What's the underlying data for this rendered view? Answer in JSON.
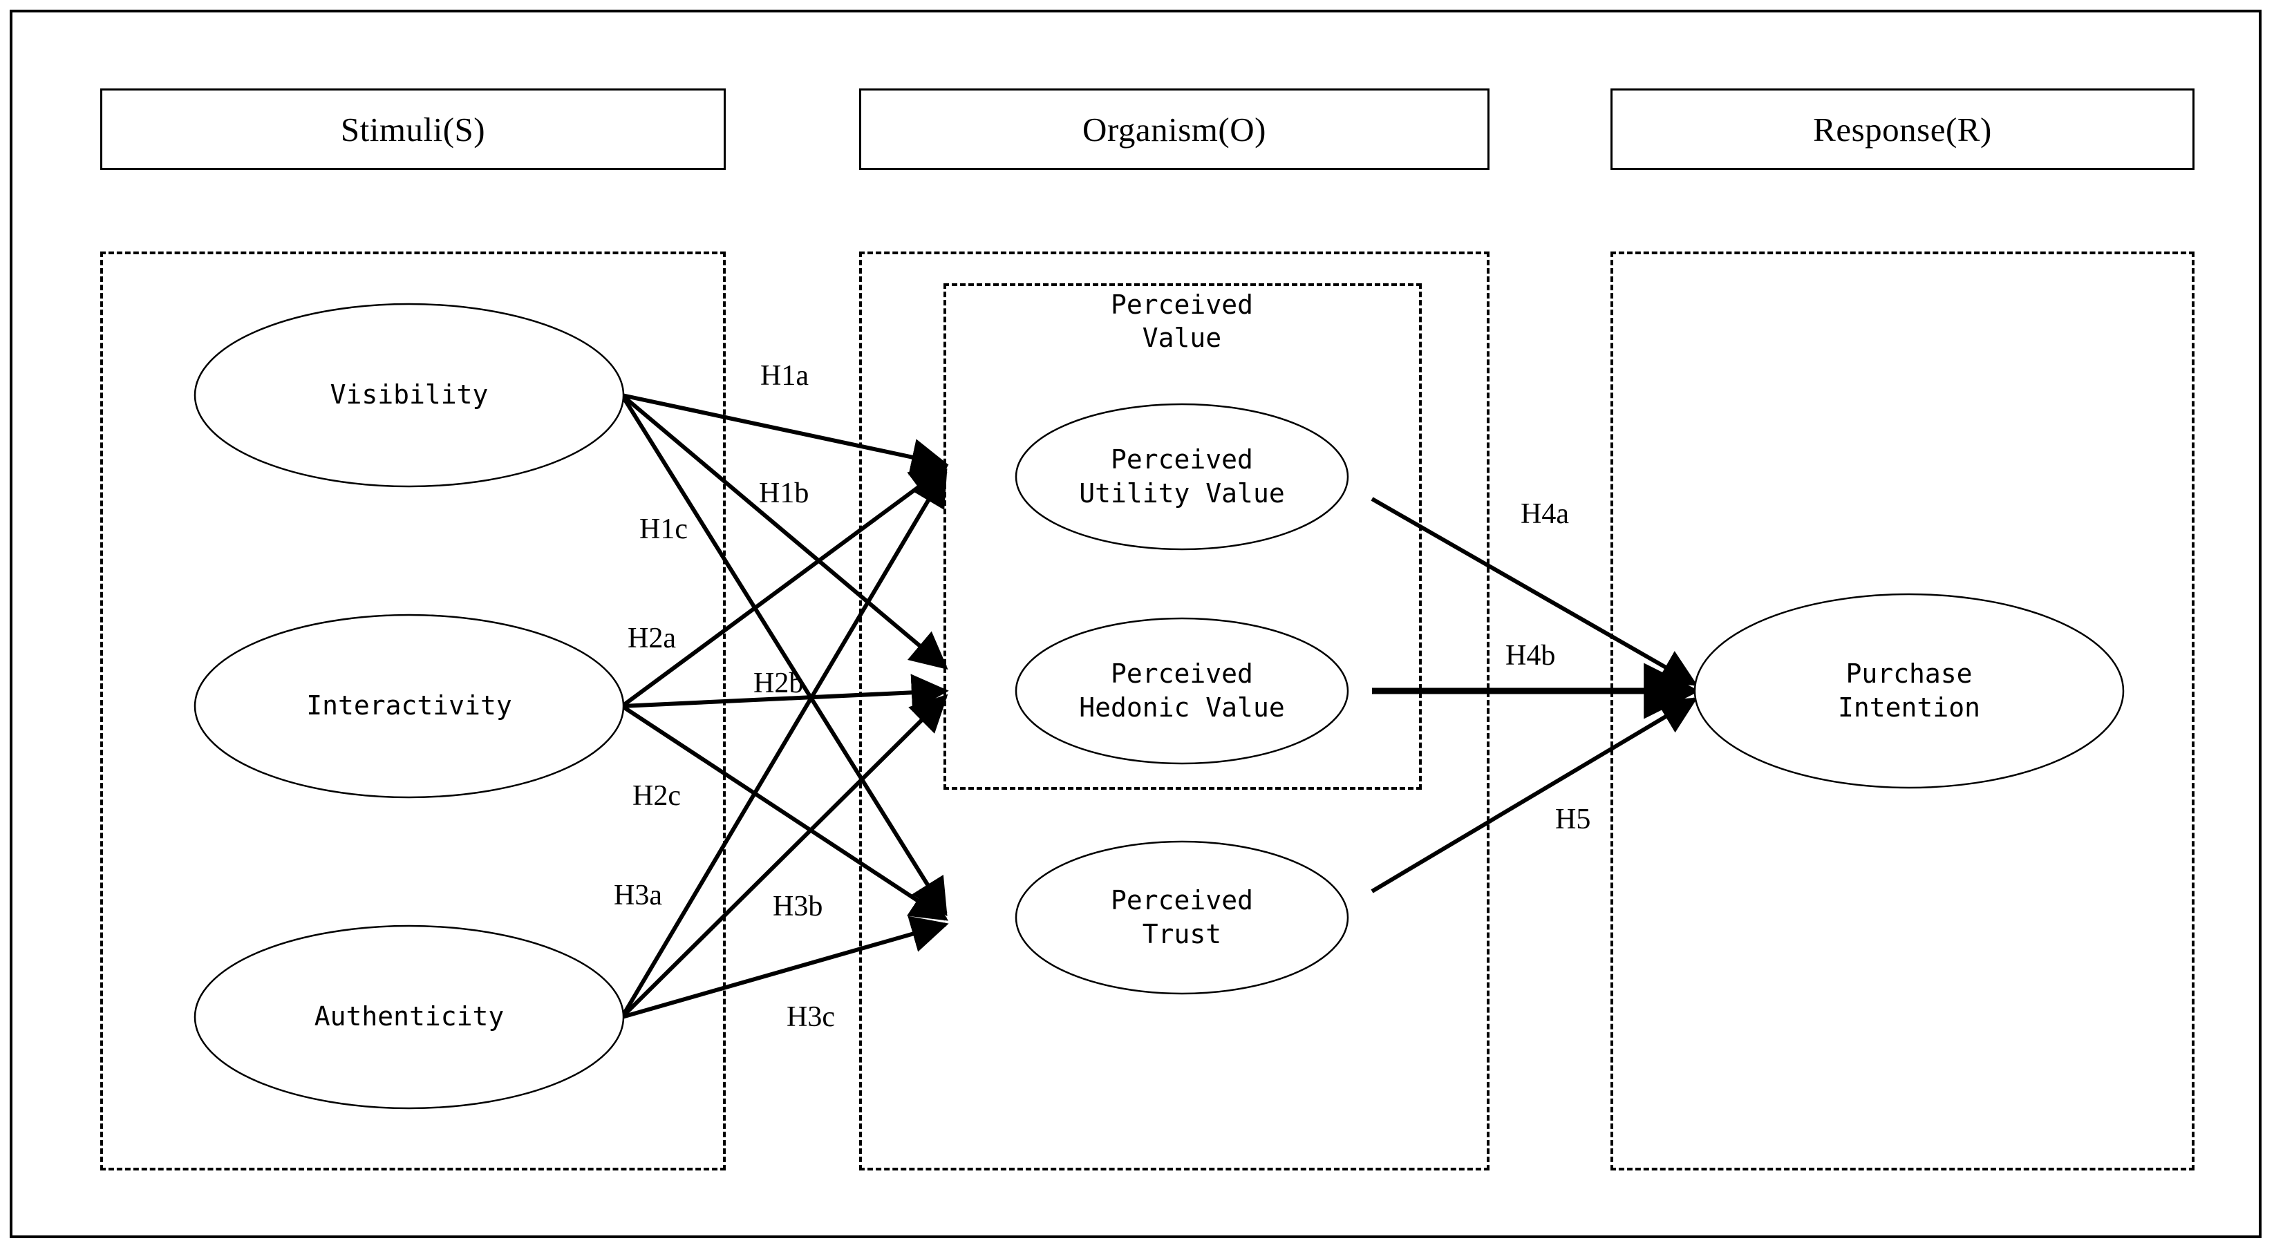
{
  "diagram": {
    "title_bar_sections": [
      {
        "id": "stimuli",
        "label": "Stimuli(S)"
      },
      {
        "id": "organism",
        "label": "Organism(O)"
      },
      {
        "id": "response",
        "label": "Response(R)"
      }
    ],
    "group_label": "Perceived\nValue",
    "nodes": [
      {
        "id": "visibility",
        "label": "Visibility"
      },
      {
        "id": "interactivity",
        "label": "Interactivity"
      },
      {
        "id": "authenticity",
        "label": "Authenticity"
      },
      {
        "id": "utility_value",
        "label": "Perceived\nUtility Value"
      },
      {
        "id": "hedonic_value",
        "label": "Perceived\nHedonic Value"
      },
      {
        "id": "perceived_trust",
        "label": "Perceived\nTrust"
      },
      {
        "id": "purchase",
        "label": "Purchase\nIntention"
      }
    ],
    "edges": [
      {
        "id": "h1a",
        "label": "H1a",
        "from": "visibility",
        "to": "utility_value"
      },
      {
        "id": "h1b",
        "label": "H1b",
        "from": "visibility",
        "to": "hedonic_value"
      },
      {
        "id": "h1c",
        "label": "H1c",
        "from": "visibility",
        "to": "perceived_trust"
      },
      {
        "id": "h2a",
        "label": "H2a",
        "from": "interactivity",
        "to": "utility_value"
      },
      {
        "id": "h2b",
        "label": "H2b",
        "from": "interactivity",
        "to": "hedonic_value"
      },
      {
        "id": "h2c",
        "label": "H2c",
        "from": "interactivity",
        "to": "perceived_trust"
      },
      {
        "id": "h3a",
        "label": "H3a",
        "from": "authenticity",
        "to": "utility_value"
      },
      {
        "id": "h3b",
        "label": "H3b",
        "from": "authenticity",
        "to": "hedonic_value"
      },
      {
        "id": "h3c",
        "label": "H3c",
        "from": "authenticity",
        "to": "perceived_trust"
      },
      {
        "id": "h4a",
        "label": "H4a",
        "from": "utility_value",
        "to": "purchase"
      },
      {
        "id": "h4b",
        "label": "H4b",
        "from": "hedonic_value",
        "to": "purchase"
      },
      {
        "id": "h5",
        "label": "H5",
        "from": "perceived_trust",
        "to": "purchase"
      }
    ],
    "colors": {
      "stroke": "#000000",
      "background": "#ffffff"
    }
  }
}
